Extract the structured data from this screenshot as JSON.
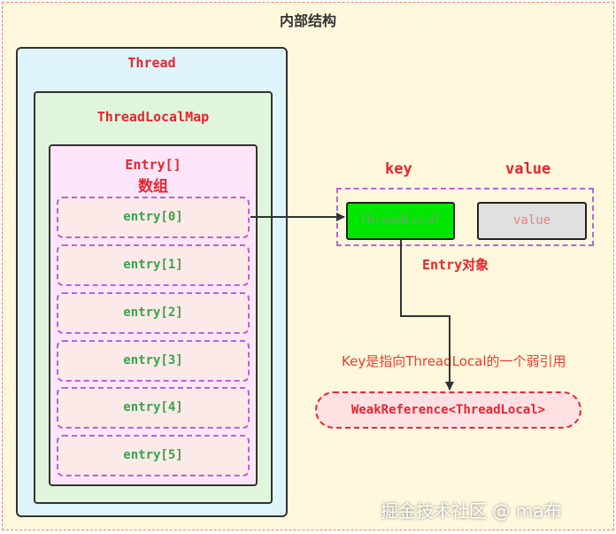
{
  "title": "内部结构",
  "thread": {
    "label": "Thread"
  },
  "thread_local_map": {
    "label": "ThreadLocalMap"
  },
  "entry_array": {
    "label": "Entry[]",
    "sublabel": "数组",
    "slots": [
      "entry[0]",
      "entry[1]",
      "entry[2]",
      "entry[3]",
      "entry[4]",
      "entry[5]"
    ]
  },
  "entry_object": {
    "key_header": "key",
    "value_header": "value",
    "key_text": "ThreadLocal",
    "value_text": "value",
    "caption": "Entry对象"
  },
  "note": "Key是指向ThreadLocal的一个弱引用",
  "weak_reference": "WeakReference<ThreadLocal>",
  "watermark": "掘金技术社区 @ ma布",
  "colors": {
    "label_red": "#e8242e",
    "slot_text_green": "#3aa34a",
    "key_fill": "#00e600",
    "dash_purple": "#b565d9"
  }
}
